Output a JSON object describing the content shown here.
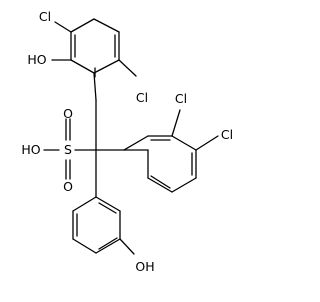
{
  "molecule": {
    "labels": {
      "cl_top": "Cl",
      "cl_upper_ring_right": "Cl",
      "cl_right_ring_ortho": "Cl",
      "cl_right_ring_meta": "Cl",
      "hydroxyl_upper_ring": "HO",
      "hydroxyl_sulfonic": "HO",
      "sulfur": "S",
      "oxygen_top": "O",
      "oxygen_bottom": "O",
      "hydroxyl_lower_ring": "OH"
    }
  }
}
